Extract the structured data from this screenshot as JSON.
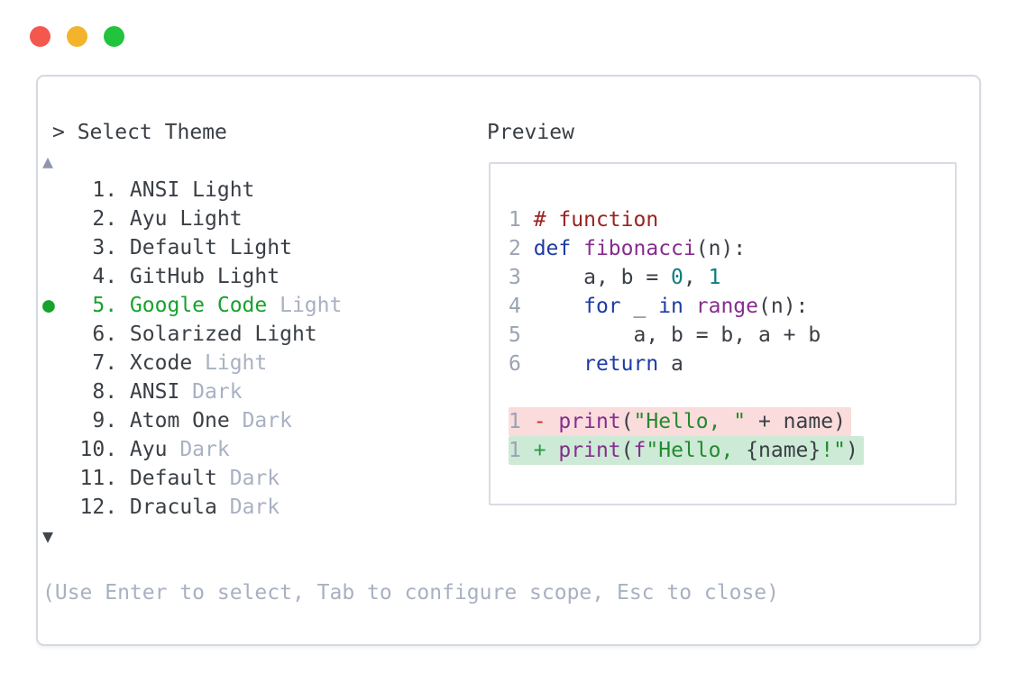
{
  "window": {
    "controls": [
      {
        "name": "close",
        "color": "#f4574e"
      },
      {
        "name": "minimize",
        "color": "#f3b32b"
      },
      {
        "name": "zoom",
        "color": "#22c33d"
      }
    ]
  },
  "dialog": {
    "title": "> Select Theme",
    "scroll_up": "▲",
    "scroll_down": "▼",
    "footer": "(Use Enter to select, Tab to configure scope, Esc to close)"
  },
  "theme_list": {
    "bullet": "●",
    "selected_number": "5",
    "items": [
      {
        "num": "1",
        "name": "ANSI Light",
        "suffix": "",
        "selected": false
      },
      {
        "num": "2",
        "name": "Ayu Light",
        "suffix": "",
        "selected": false
      },
      {
        "num": "3",
        "name": "Default Light",
        "suffix": "",
        "selected": false
      },
      {
        "num": "4",
        "name": "GitHub Light",
        "suffix": "",
        "selected": false
      },
      {
        "num": "5",
        "name": "Google Code",
        "suffix": "Light",
        "selected": true
      },
      {
        "num": "6",
        "name": "Solarized Light",
        "suffix": "",
        "selected": false
      },
      {
        "num": "7",
        "name": "Xcode",
        "suffix": "Light",
        "selected": false
      },
      {
        "num": "8",
        "name": "ANSI",
        "suffix": "Dark",
        "selected": false
      },
      {
        "num": "9",
        "name": "Atom One",
        "suffix": "Dark",
        "selected": false
      },
      {
        "num": "10",
        "name": "Ayu",
        "suffix": "Dark",
        "selected": false
      },
      {
        "num": "11",
        "name": "Default",
        "suffix": "Dark",
        "selected": false
      },
      {
        "num": "12",
        "name": "Dracula",
        "suffix": "Dark",
        "selected": false
      }
    ]
  },
  "preview": {
    "label": "Preview",
    "code_lines": [
      {
        "num": "1",
        "tokens": [
          {
            "t": "# function",
            "c": "com"
          }
        ]
      },
      {
        "num": "2",
        "tokens": [
          {
            "t": "def",
            "c": "kw"
          },
          {
            "t": " ",
            "c": "pln"
          },
          {
            "t": "fibonacci",
            "c": "fn"
          },
          {
            "t": "(n):",
            "c": "pln"
          }
        ]
      },
      {
        "num": "3",
        "tokens": [
          {
            "t": "    a, b = ",
            "c": "pln"
          },
          {
            "t": "0",
            "c": "lit"
          },
          {
            "t": ", ",
            "c": "pln"
          },
          {
            "t": "1",
            "c": "lit"
          }
        ]
      },
      {
        "num": "4",
        "tokens": [
          {
            "t": "    ",
            "c": "pln"
          },
          {
            "t": "for",
            "c": "kw"
          },
          {
            "t": " _ ",
            "c": "pln"
          },
          {
            "t": "in",
            "c": "kw"
          },
          {
            "t": " ",
            "c": "pln"
          },
          {
            "t": "range",
            "c": "fn"
          },
          {
            "t": "(n):",
            "c": "pln"
          }
        ]
      },
      {
        "num": "5",
        "tokens": [
          {
            "t": "        a, b = b, a + b",
            "c": "pln"
          }
        ]
      },
      {
        "num": "6",
        "tokens": [
          {
            "t": "    ",
            "c": "pln"
          },
          {
            "t": "return",
            "c": "kw"
          },
          {
            "t": " a",
            "c": "pln"
          }
        ]
      }
    ],
    "diff_lines": [
      {
        "num": "1",
        "kind": "removed",
        "tokens": [
          {
            "t": "- ",
            "c": "minus"
          },
          {
            "t": "print",
            "c": "fn"
          },
          {
            "t": "(",
            "c": "pln"
          },
          {
            "t": "\"Hello, \"",
            "c": "str"
          },
          {
            "t": " + name)",
            "c": "pln"
          }
        ]
      },
      {
        "num": "1",
        "kind": "added",
        "tokens": [
          {
            "t": "+ ",
            "c": "plus"
          },
          {
            "t": "print",
            "c": "fn"
          },
          {
            "t": "(",
            "c": "pln"
          },
          {
            "t": "f",
            "c": "fn"
          },
          {
            "t": "\"Hello, ",
            "c": "str"
          },
          {
            "t": "{name}",
            "c": "pln"
          },
          {
            "t": "!\"",
            "c": "str"
          },
          {
            "t": ")",
            "c": "pln"
          }
        ]
      }
    ]
  },
  "colors": {
    "accent_green": "#17a22c",
    "text_dark": "#3a3f45",
    "text_dim": "#a8b1c2",
    "line_number": "#9aa3b2",
    "border": "#d5dae1",
    "syntax_comment": "#992222",
    "syntax_keyword": "#1d3ba3",
    "syntax_function": "#862d8e",
    "syntax_literal": "#0e7c80",
    "syntax_string": "#238a2e",
    "diff_removed_bg": "#fadcdc",
    "diff_added_bg": "#cdead6",
    "diff_minus": "#ce2b2b",
    "diff_plus": "#2b9c41",
    "traffic_red": "#f4574e",
    "traffic_yellow": "#f3b32b",
    "traffic_green": "#22c33d"
  }
}
